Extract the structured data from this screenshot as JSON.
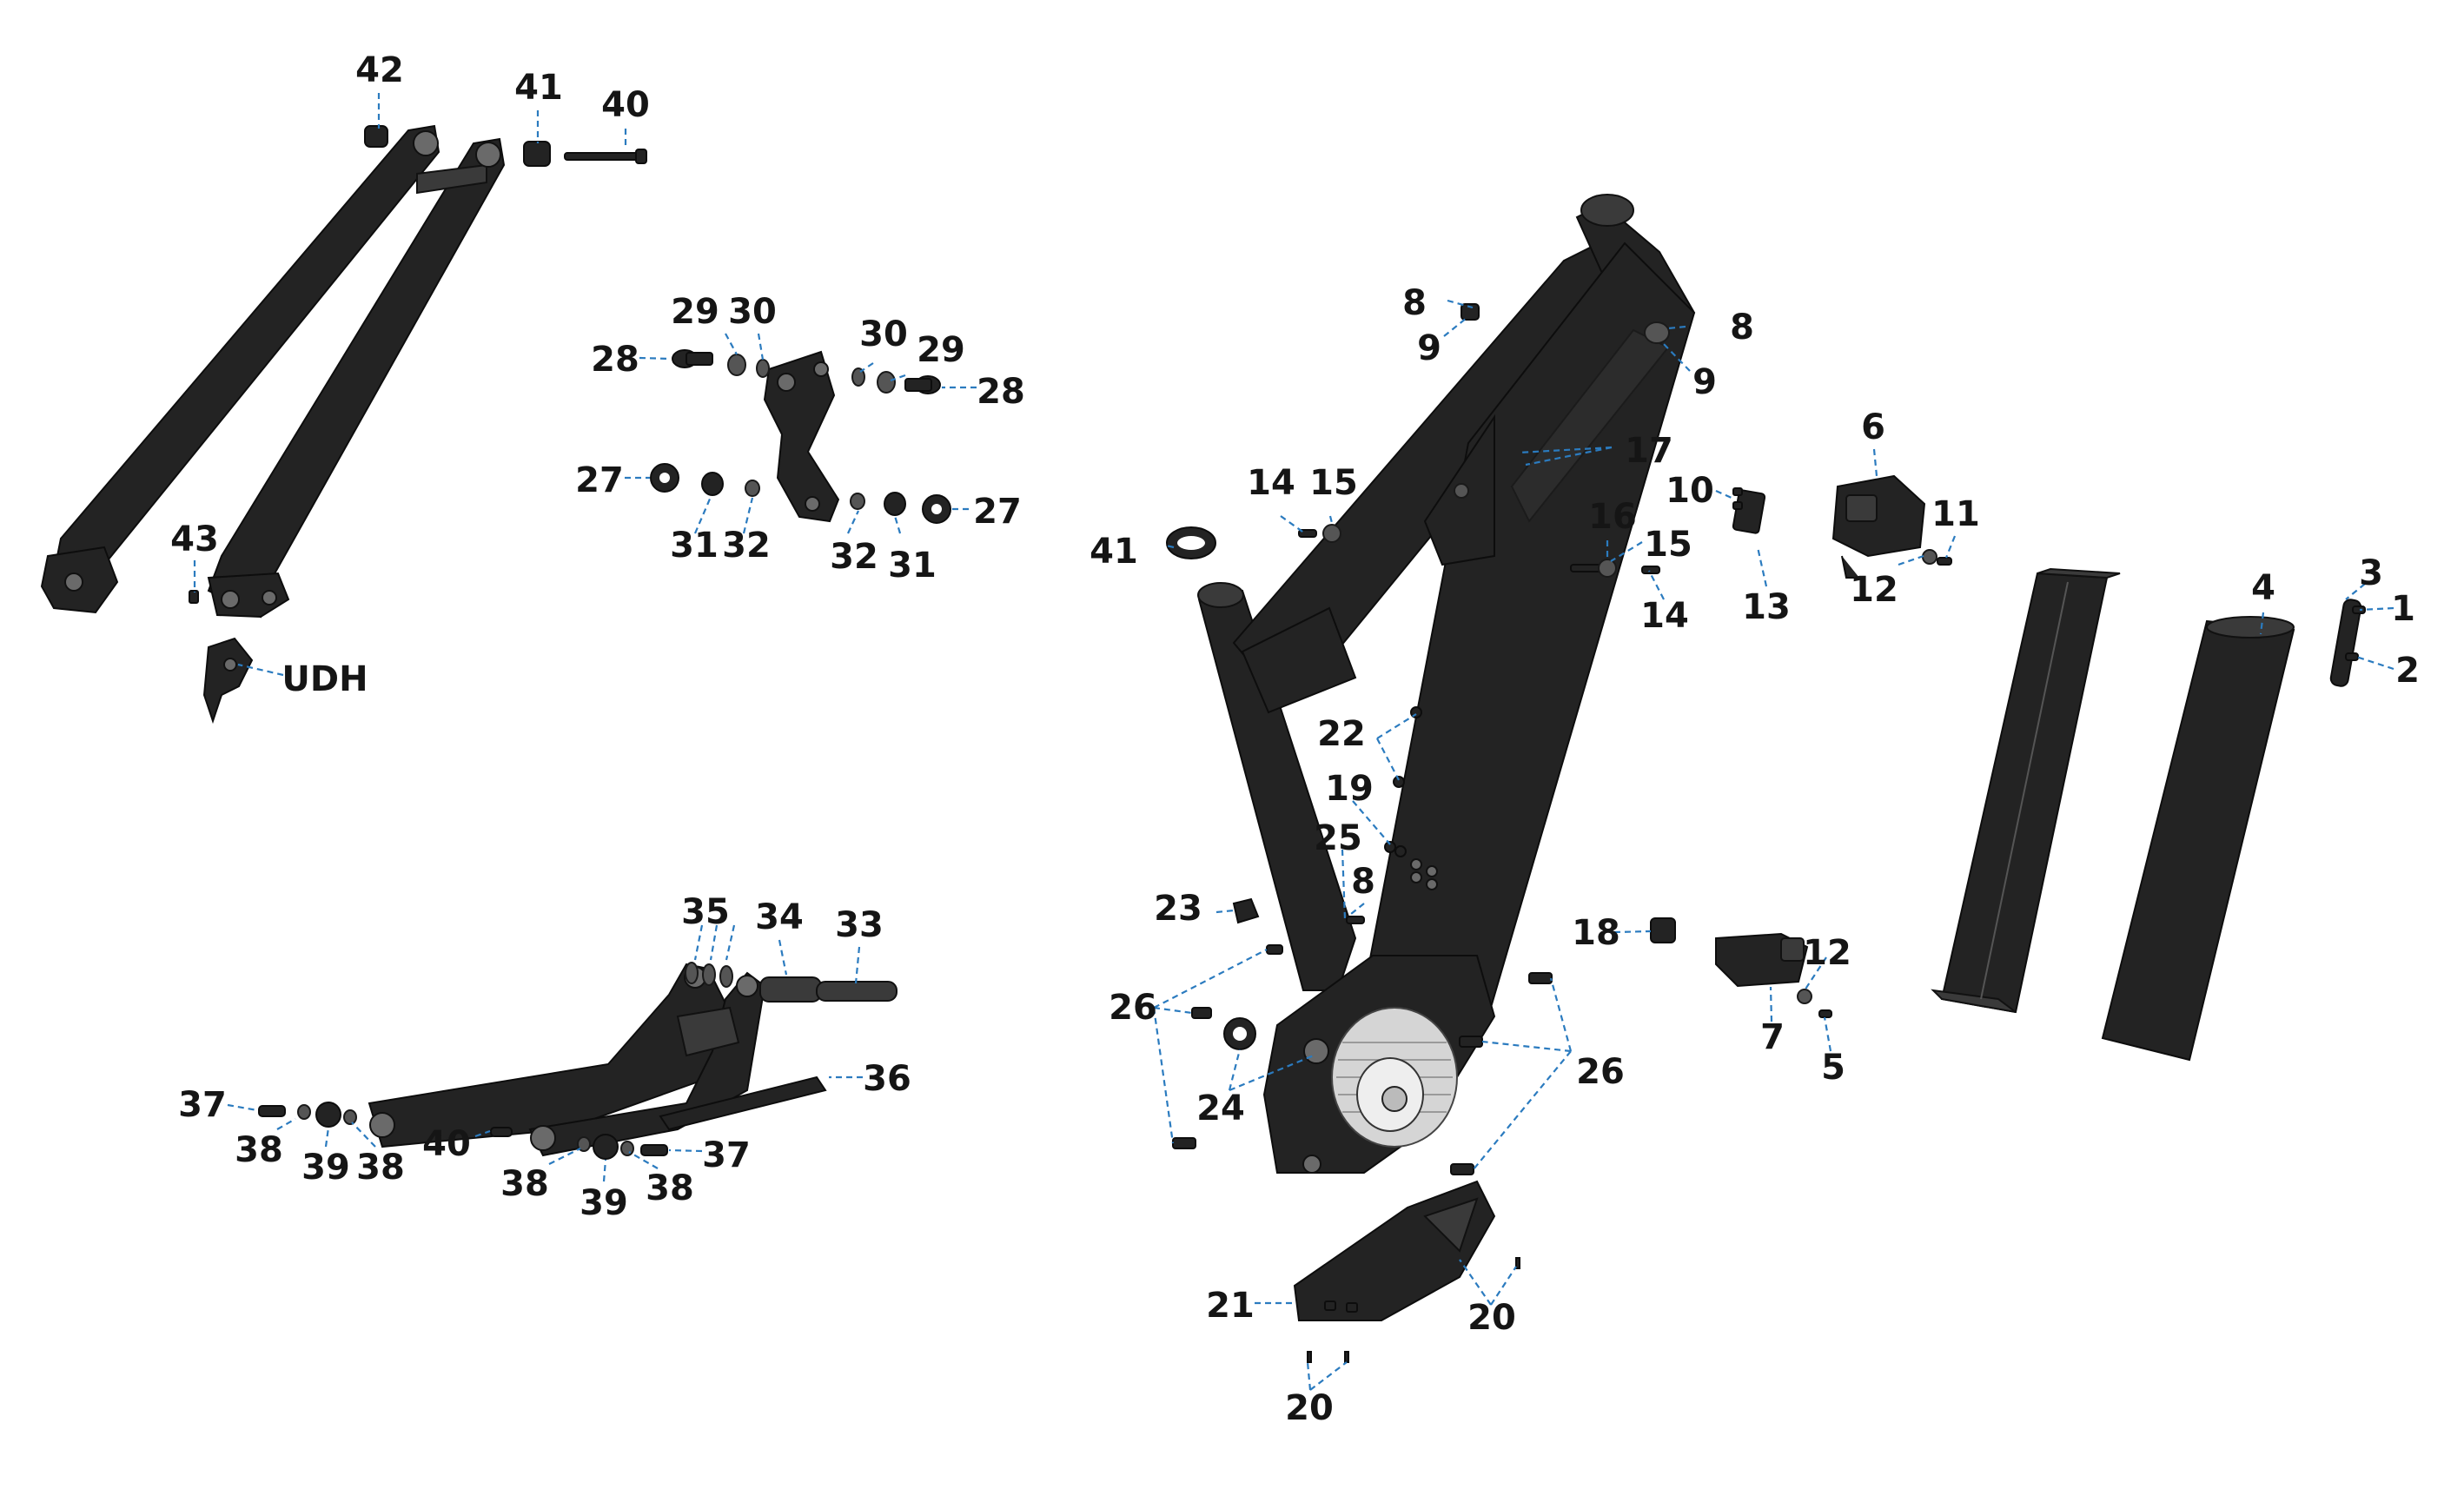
{
  "callouts": [
    {
      "text": "42"
    },
    {
      "text": "41"
    },
    {
      "text": "40"
    },
    {
      "text": "29"
    },
    {
      "text": "30"
    },
    {
      "text": "30"
    },
    {
      "text": "29"
    },
    {
      "text": "28"
    },
    {
      "text": "28"
    },
    {
      "text": "27"
    },
    {
      "text": "27"
    },
    {
      "text": "31"
    },
    {
      "text": "32"
    },
    {
      "text": "32"
    },
    {
      "text": "31"
    },
    {
      "text": "43"
    },
    {
      "text": "UDH"
    },
    {
      "text": "35"
    },
    {
      "text": "34"
    },
    {
      "text": "33"
    },
    {
      "text": "36"
    },
    {
      "text": "37"
    },
    {
      "text": "38"
    },
    {
      "text": "39"
    },
    {
      "text": "38"
    },
    {
      "text": "40"
    },
    {
      "text": "38"
    },
    {
      "text": "39"
    },
    {
      "text": "38"
    },
    {
      "text": "37"
    },
    {
      "text": "8"
    },
    {
      "text": "9"
    },
    {
      "text": "8"
    },
    {
      "text": "9"
    },
    {
      "text": "17"
    },
    {
      "text": "14"
    },
    {
      "text": "15"
    },
    {
      "text": "41"
    },
    {
      "text": "16"
    },
    {
      "text": "15"
    },
    {
      "text": "14"
    },
    {
      "text": "10"
    },
    {
      "text": "13"
    },
    {
      "text": "6"
    },
    {
      "text": "11"
    },
    {
      "text": "12"
    },
    {
      "text": "3"
    },
    {
      "text": "1"
    },
    {
      "text": "4"
    },
    {
      "text": "2"
    },
    {
      "text": "22"
    },
    {
      "text": "19"
    },
    {
      "text": "25"
    },
    {
      "text": "8"
    },
    {
      "text": "23"
    },
    {
      "text": "26"
    },
    {
      "text": "24"
    },
    {
      "text": "26"
    },
    {
      "text": "18"
    },
    {
      "text": "12"
    },
    {
      "text": "7"
    },
    {
      "text": "5"
    },
    {
      "text": "21"
    },
    {
      "text": "20"
    },
    {
      "text": "20"
    }
  ]
}
